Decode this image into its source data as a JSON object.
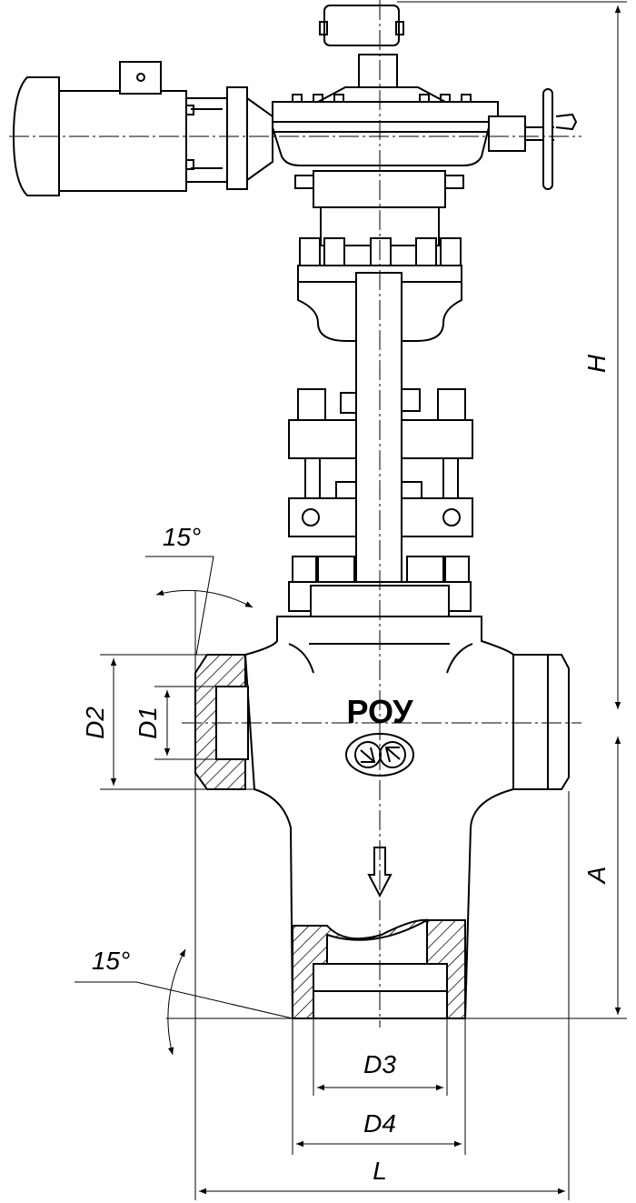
{
  "brand": {
    "name": "РОУ"
  },
  "dimensions": {
    "H": "H",
    "A": "A",
    "D1": "D1",
    "D2": "D2",
    "D3": "D3",
    "D4": "D4",
    "L": "L",
    "angle_top": "15°",
    "angle_bottom": "15°"
  }
}
